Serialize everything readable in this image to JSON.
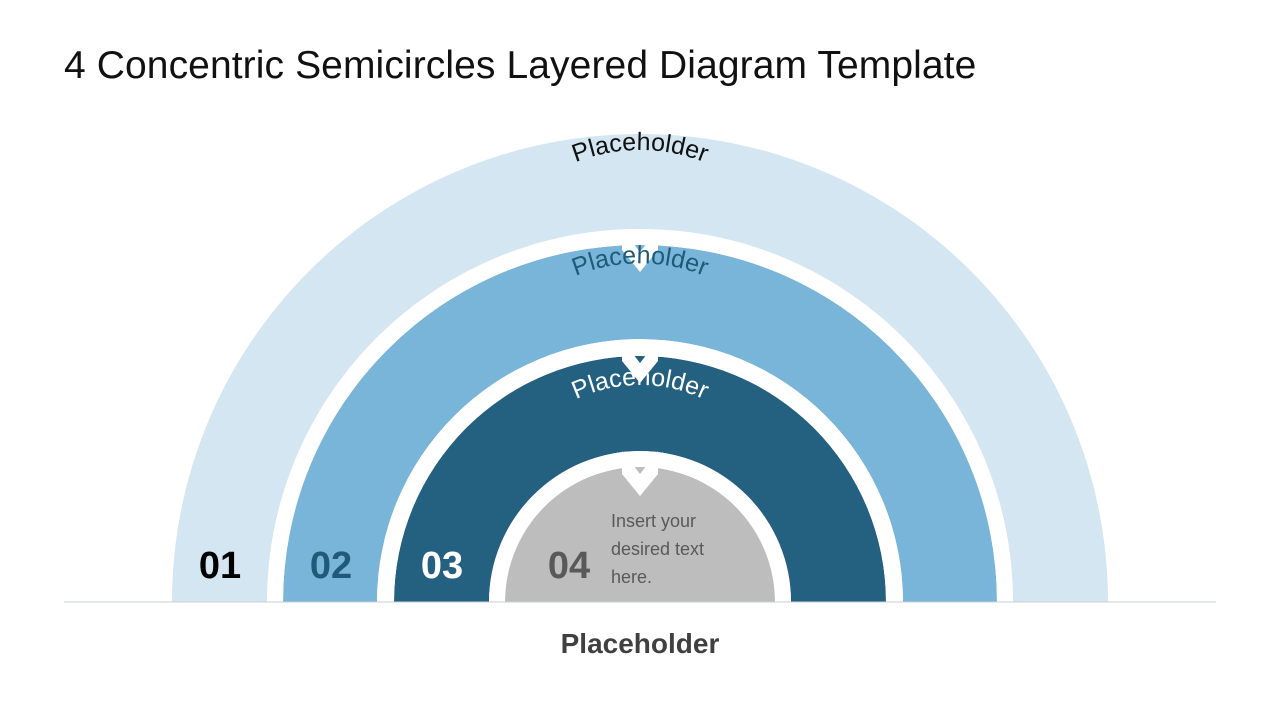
{
  "title": "4 Concentric Semicircles Layered Diagram Template",
  "colors": {
    "layer1": "#d4e6f2",
    "layer2": "#78b5d9",
    "layer3": "#24607f",
    "layer4": "#bdbdbd",
    "baseline": "#c8cfd6"
  },
  "layers": [
    {
      "number": "01",
      "label": "Placeholder"
    },
    {
      "number": "02",
      "label": "Placeholder"
    },
    {
      "number": "03",
      "label": "Placeholder"
    },
    {
      "number": "04",
      "description": [
        "Insert your",
        "desired text",
        "here."
      ]
    }
  ],
  "footer_label": "Placeholder"
}
